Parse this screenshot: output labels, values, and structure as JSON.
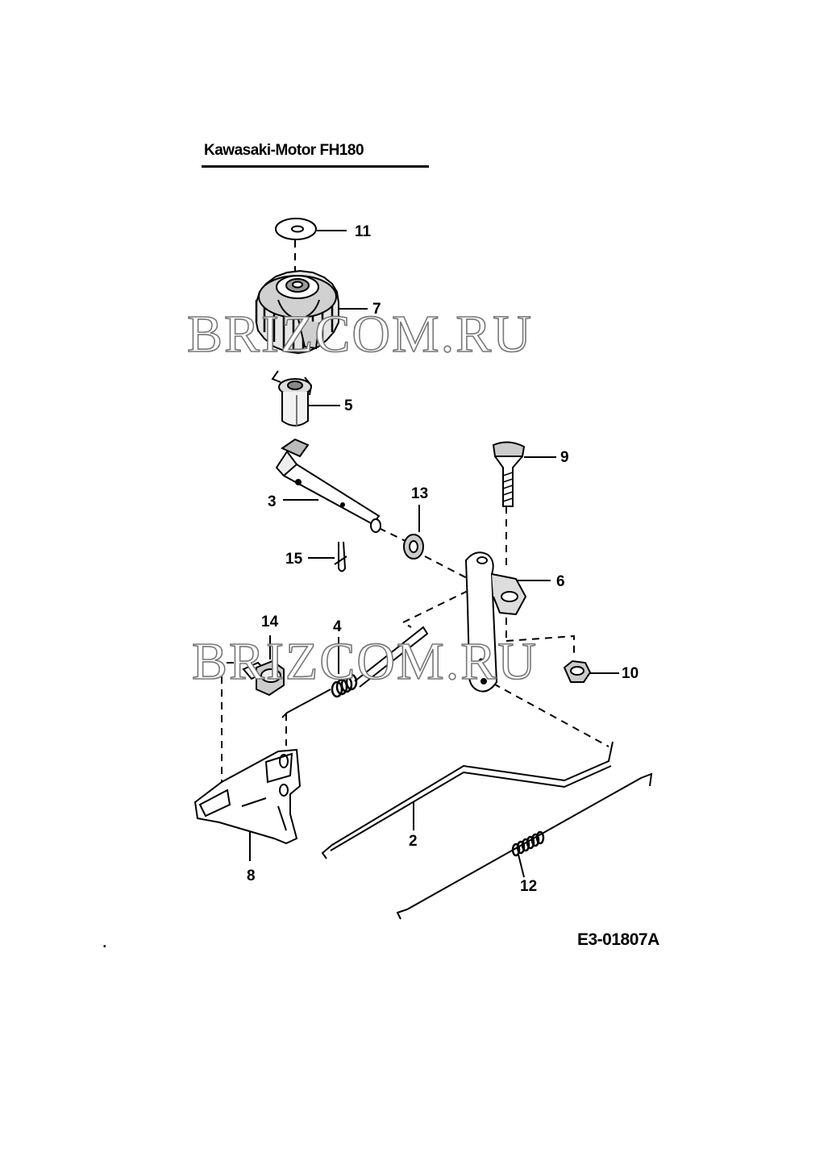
{
  "title": "Kawasaki-Motor FH180",
  "document_id": "E3-01807A",
  "corner_mark": "•",
  "watermark": "BRIZCOM.RU",
  "part_labels": {
    "p2": "2",
    "p3": "3",
    "p4": "4",
    "p5": "5",
    "p6": "6",
    "p7": "7",
    "p8": "8",
    "p9": "9",
    "p10": "10",
    "p11": "11",
    "p12": "12",
    "p13": "13",
    "p14": "14",
    "p15": "15"
  },
  "colors": {
    "line": "#000000",
    "shade": "#555555",
    "watermark_outline": "#777777"
  }
}
